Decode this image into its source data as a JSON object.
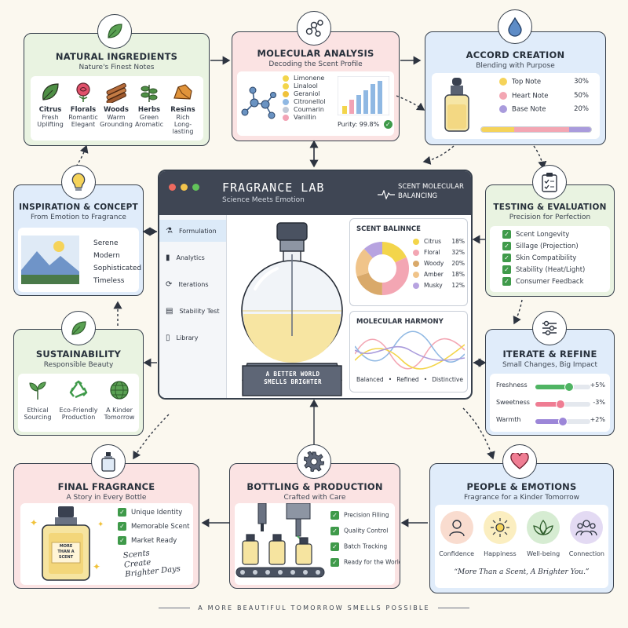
{
  "natural": {
    "title": "NATURAL INGREDIENTS",
    "subtitle": "Nature's Finest Notes",
    "items": [
      {
        "name": "Citrus",
        "desc1": "Fresh",
        "desc2": "Uplifting"
      },
      {
        "name": "Florals",
        "desc1": "Romantic",
        "desc2": "Elegant"
      },
      {
        "name": "Woods",
        "desc1": "Warm",
        "desc2": "Grounding"
      },
      {
        "name": "Herbs",
        "desc1": "Green",
        "desc2": "Aromatic"
      },
      {
        "name": "Resins",
        "desc1": "Rich",
        "desc2": "Long-lasting"
      }
    ]
  },
  "molecular": {
    "title": "MOLECULAR ANALYSIS",
    "subtitle": "Decoding the Scent Profile",
    "compounds": [
      {
        "name": "Limonene",
        "color": "#f3d54b"
      },
      {
        "name": "Linalool",
        "color": "#f3d54b"
      },
      {
        "name": "Geraniol",
        "color": "#f0c23a"
      },
      {
        "name": "Citronellol",
        "color": "#8fb8e3"
      },
      {
        "name": "Coumarin",
        "color": "#c0c9d6"
      },
      {
        "name": "Vanillin",
        "color": "#f2a3b5"
      }
    ],
    "purity": "Purity: 99.8%"
  },
  "accord": {
    "title": "ACCORD CREATION",
    "subtitle": "Blending with Purpose",
    "notes": [
      {
        "name": "Top Note",
        "pct": "30%",
        "value": 30,
        "color": "#f5d35a"
      },
      {
        "name": "Heart Note",
        "pct": "50%",
        "value": 50,
        "color": "#f3a6b3"
      },
      {
        "name": "Base Note",
        "pct": "20%",
        "value": 20,
        "color": "#a99bdc"
      }
    ]
  },
  "inspiration": {
    "title": "INSPIRATION & CONCEPT",
    "subtitle": "From Emotion to Fragrance",
    "words": [
      "Serene",
      "Modern",
      "Sophisticated",
      "Timeless"
    ]
  },
  "lab": {
    "title": "FRAGRANCE LAB",
    "subtitle": "Science Meets Emotion",
    "header_right_1": "SCENT MOLECULAR",
    "header_right_2": "BALANCING",
    "nav": [
      "Formulation",
      "Analytics",
      "Iterations",
      "Stability Test",
      "Library"
    ],
    "plaque_1": "A BETTER WORLD",
    "plaque_2": "SMELLS BRIGHTER",
    "balance_title": "SCENT BALINNCE",
    "balance": [
      {
        "name": "Citrus",
        "pct": "18%",
        "value": 18,
        "color": "#f3d54b"
      },
      {
        "name": "Floral",
        "pct": "32%",
        "value": 32,
        "color": "#f3a6b3"
      },
      {
        "name": "Woody",
        "pct": "20%",
        "value": 20,
        "color": "#d9a96a"
      },
      {
        "name": "Amber",
        "pct": "18%",
        "value": 18,
        "color": "#f0c48a"
      },
      {
        "name": "Musky",
        "pct": "12%",
        "value": 12,
        "color": "#b7a3e0"
      }
    ],
    "harmony_title": "MOLECULAR HARMONY",
    "harmony_labels": [
      "Balanced",
      "Refined",
      "Distinctive"
    ]
  },
  "testing": {
    "title": "TESTING & EVALUATION",
    "subtitle": "Precision for Perfection",
    "items": [
      "Scent Longevity",
      "Sillage (Projection)",
      "Skin Compatibility",
      "Stability (Heat/Light)",
      "Consumer Feedback"
    ]
  },
  "sustain": {
    "title": "SUSTAINABILITY",
    "subtitle": "Responsible Beauty",
    "items": [
      {
        "l1": "Ethical",
        "l2": "Sourcing"
      },
      {
        "l1": "Eco-Friendly",
        "l2": "Production"
      },
      {
        "l1": "A Kinder",
        "l2": "Tomorrow"
      }
    ]
  },
  "iterate": {
    "title": "ITERATE & REFINE",
    "subtitle": "Small Changes, Big Impact",
    "sliders": [
      {
        "name": "Freshness",
        "delta": "+5%",
        "level": 0.62,
        "color": "#4fb463"
      },
      {
        "name": "Sweetness",
        "delta": "-3%",
        "level": 0.45,
        "color": "#ef7d93"
      },
      {
        "name": "Warmth",
        "delta": "+2%",
        "level": 0.5,
        "color": "#9c86d8"
      }
    ]
  },
  "final": {
    "title": "FINAL FRAGRANCE",
    "subtitle": "A Story in Every Bottle",
    "checks": [
      "Unique Identity",
      "Memorable Scent",
      "Market Ready"
    ],
    "label_1": "MORE",
    "label_2": "THAN A SCENT",
    "script_1": "Scents",
    "script_2": "Create",
    "script_3": "Brighter Days"
  },
  "bottling": {
    "title": "BOTTLING & PRODUCTION",
    "subtitle": "Crafted with Care",
    "checks": [
      "Precision Filling",
      "Quality Control",
      "Batch Tracking",
      "Ready for the World"
    ]
  },
  "people": {
    "title": "PEOPLE & EMOTIONS",
    "subtitle": "Fragrance for a Kinder Tomorrow",
    "items": [
      {
        "name": "Confidence",
        "color": "#f9dccf"
      },
      {
        "name": "Happiness",
        "color": "#fbeec0"
      },
      {
        "name": "Well-being",
        "color": "#d6ecd2"
      },
      {
        "name": "Connection",
        "color": "#e3daf3"
      }
    ],
    "quote": "“More Than a Scent, A Brighter You.”"
  },
  "footer": "A MORE BEAUTIFUL TOMORROW SMELLS POSSIBLE"
}
